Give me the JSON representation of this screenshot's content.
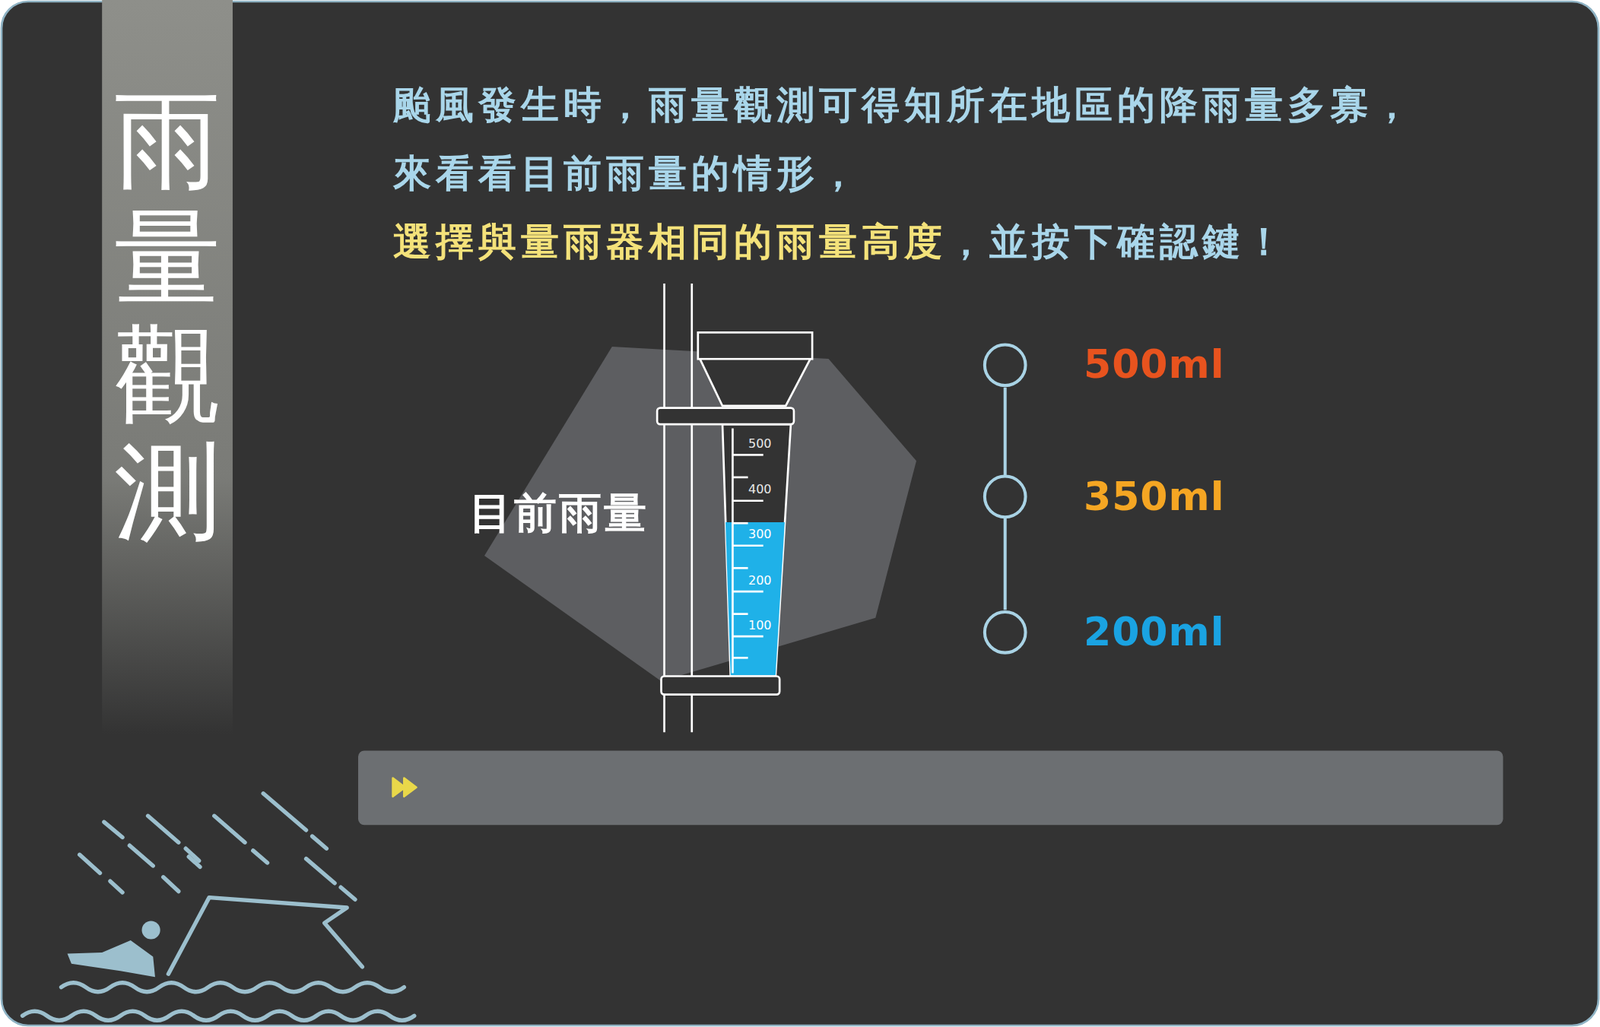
{
  "diagram": {
    "title": "雨量觀測",
    "nodes": [
      {
        "text": [
          "目前雨量"
        ]
      }
    ],
    "labels": [
      "颱風發生時，雨量觀測可得知所在地區的降雨量多寡，",
      "來看看目前雨量的情形，",
      "選擇與量雨器相同的雨量高度",
      "，並按下確認鍵！",
      "500",
      "400",
      "300",
      "200",
      "100",
      "500ml",
      "350ml",
      "200ml"
    ]
  }
}
